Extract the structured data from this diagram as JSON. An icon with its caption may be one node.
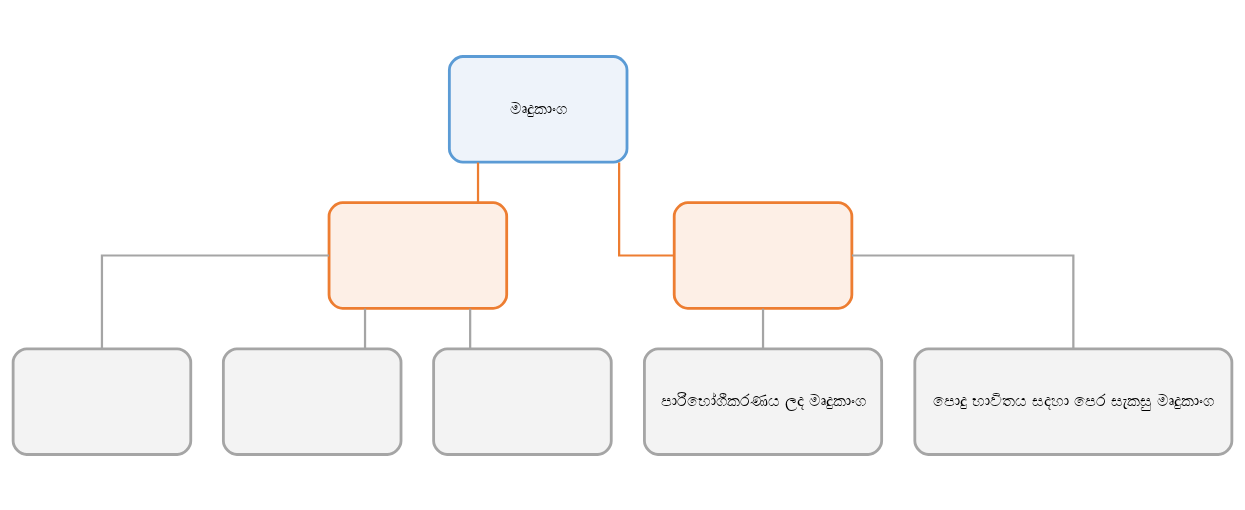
{
  "diagram": {
    "nodes": [
      {
        "text": [
          "මෘදුකාංග"
        ]
      },
      {
        "text": [],
        "shape": "box"
      },
      {
        "text": [],
        "shape": "box"
      },
      {
        "text": [],
        "shape": "box"
      },
      {
        "text": [],
        "shape": "box"
      },
      {
        "text": [],
        "shape": "box"
      },
      {
        "text": [
          "පාරිභෝගීකරණය ලද මෘදුකාංග"
        ]
      },
      {
        "text": [
          "පොදු භාවිතය සදහා පෙර සැකසු මෘදුකාංග"
        ]
      }
    ],
    "edges": [
      {
        "from": 0,
        "to": 1,
        "arrow": "none",
        "color": "#ed7d31"
      },
      {
        "from": 0,
        "to": 2,
        "arrow": "none",
        "color": "#ed7d31"
      },
      {
        "from": 1,
        "to": 3,
        "arrow": "none"
      },
      {
        "from": 1,
        "to": 4,
        "arrow": "none"
      },
      {
        "from": 1,
        "to": 5,
        "arrow": "none"
      },
      {
        "from": 2,
        "to": 6,
        "arrow": "none"
      },
      {
        "from": 2,
        "to": 7,
        "arrow": "none"
      }
    ]
  }
}
